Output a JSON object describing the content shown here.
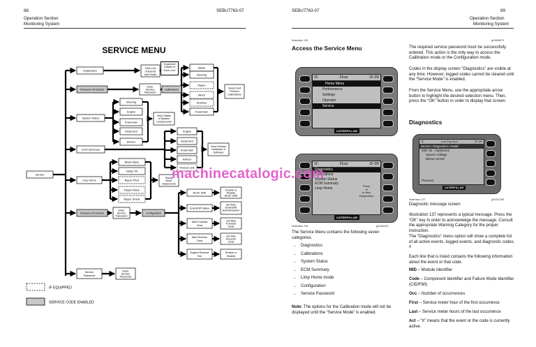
{
  "left_page": {
    "page_number": "88",
    "doc_code": "SEBU7763-07",
    "section": "Operation Section",
    "subsection": "Monitoring System",
    "diagram_title": "SERVICE MENU",
    "nodes": {
      "service": "Service",
      "diagnostics": "Diagnostics",
      "password_protected_1": "Password Protected",
      "system_status": "System Status",
      "ecm_summary": "ECM Summary",
      "limp_home": "Limp Home",
      "password_protected_2": "Password Protected",
      "service_password": "Service Password",
      "view_list": "View List of Events and Faults",
      "expanded_details": "Expanded Details of Each Line",
      "enter_service_password_1": "Enter Service Password",
      "calibrations": "Calibrations",
      "blade": "Blade",
      "steering": "Steering",
      "ripper": "Ripper",
      "winch": "Winch",
      "auxiliary": "Auxiliary",
      "powertrain_cal": "Powertrain",
      "select_perform": "Select and Perform Calibrations",
      "ss_steering": "Steering",
      "ss_engine": "Engine",
      "ss_powertrain": "Powertrain",
      "ss_implement": "Implement",
      "ss_advisor": "Advisor",
      "view_status": "View Status of System Components",
      "ecm_engine": "Engine",
      "ecm_implement": "Implement",
      "ecm_powertrain": "Powertrain",
      "ecm_advisor": "Advisor",
      "product_link": "Product Link",
      "view_version": "View Version Hardware & Software",
      "blade_raise": "Blade Raise",
      "blade_tilt": "Blade Tilt",
      "ripper_pitch": "Ripper Pitch",
      "ripper_raise": "Ripper Raise",
      "ripper_shank": "Ripper Shank",
      "slowly_move": "Slowly Move Implements",
      "enter_service_password_2": "Enter Service Password",
      "configuration": "Configuration",
      "bi_dir_shift": "Bi-Dir Shift",
      "downshift_status": "Downshift Status",
      "max_forward_gear": "Max Forward Gear",
      "max_reverse_gear": "Max Reverse Gear",
      "engine_reverse_fan": "Engine Reverse Fan",
      "enable_disable_bidir": "Enable or Disable Bi-Dir Shift",
      "set_auto_downshift": "Set Auto Downshift Active/Inactive",
      "set_max_forward": "Set Max Forward Gear",
      "set_max_reverse": "Set Max Reverse Gear",
      "enable_disable": "Enable or Disable",
      "enter_service_password_3": "Enter Service Password"
    },
    "legend": {
      "if_equipped": "IF EQUIPPED",
      "service_code_enabled": "SERVICE CODE ENABLED"
    }
  },
  "right_page": {
    "doc_code": "SEBU7763-07",
    "page_number": "89",
    "section": "Operation Section",
    "subsection": "Monitoring System",
    "illus135_label": "Illustration 135",
    "illus135_id": "g01895670",
    "heading_access": "Access the Service Menu",
    "screen1": {
      "title_left": "1F",
      "title_mid": "Float",
      "title_right": "1F-2R",
      "items": [
        "Home Menu",
        "Performance",
        "Settings",
        "Operator",
        "Service"
      ],
      "selected": "Service",
      "brand": "CATERPILLAR"
    },
    "illus136_label": "Illustration 136",
    "illus136_id": "g01363437",
    "screen2": {
      "title_left": "1F",
      "title_mid": "Float",
      "title_right": "1F-2R",
      "items": [
        "Diagnostics",
        "Calibrations",
        "System Status",
        "ECM Summary",
        "Limp Home"
      ],
      "hint": "Press",
      "hint2": "to view Diagnostics",
      "brand": "CATERPILLAR"
    },
    "para_service_menu": "The Service Menu contains the following seven categories.",
    "bullets": [
      "Diagnostics",
      "Calibrations",
      "System Status",
      "ECM Summary",
      "Limp Home mode",
      "Configuration",
      "Service Password"
    ],
    "note_label": "Note:",
    "note_text": "The options for the Calibration mode will not be displayed until the “Service Mode” is enabled.",
    "para_password": "The required service password must be successfully entered. This action is the only way to access the Calibration mode or the Configuration mode.",
    "para_codes": "Codes in the display screen “Diagnostics” are visible at any time. However, logged codes cannot be cleared until the “Service Mode” is enabled.",
    "para_from": "From the Service Menu, use the appropriate arrow button to highlight the desired selection menu. Then, press the “OK” button in order to display that screen.",
    "heading_diagnostics": "Diagnostics",
    "screen3": {
      "title_left": "1F",
      "title_mid": "Low Eng Spd",
      "title_right": "1F-2R",
      "header": "Service: Diagnostics: Detail",
      "line1": "MID: 82 - Implement",
      "line2": "System Voltage",
      "line3": "Below normal",
      "footer": "Previous",
      "brand": "CATERPILLAR"
    },
    "illus137_label": "Illustration 137",
    "illus137_id": "g01524786",
    "caption137": "Diagnostic message screen",
    "para_illus137": "Illustration 137 represents a typical message. Press the “OK” key in order to acknowledge the message. Consult the appropriate Warning Category for the proper instruction.",
    "para_diag_option": "The “Diagnostics” menu option will show a complete list of all active events, logged events, and diagnostic codes. #",
    "para_each_line": "Each line that is listed contains the following information about the event or that code.",
    "definitions": [
      {
        "term": "MID",
        "desc": " – Module Identifier"
      },
      {
        "term": "Code",
        "desc": " – Component Identifier and Failure Mode Identifier (CID/FMI)"
      },
      {
        "term": "Occ",
        "desc": " – Number of occurrences"
      },
      {
        "term": "First",
        "desc": " – Service meter hour of the first occurrence"
      },
      {
        "term": "Last",
        "desc": " – Service meter hours of the last occurrence"
      },
      {
        "term": "Act",
        "desc": " – “X” means that the event or the code is currently active."
      }
    ]
  },
  "watermark": "machinecatalogic.com",
  "colors": {
    "shaded_box": "#c8c8c8",
    "watermark": "#e05ec9"
  }
}
